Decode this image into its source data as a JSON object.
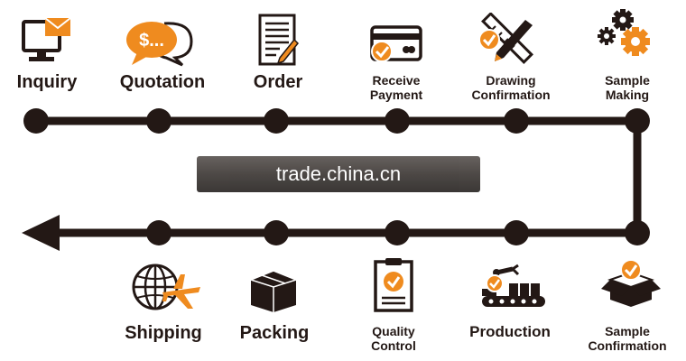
{
  "colors": {
    "ink": "#231815",
    "accent": "#ef8b1f",
    "white": "#ffffff"
  },
  "watermark": "trade.china.cn",
  "steps": [
    {
      "label": "Inquiry",
      "icon": "email-computer-icon"
    },
    {
      "label": "Quotation",
      "icon": "price-chat-bubbles-icon"
    },
    {
      "label": "Order",
      "icon": "order-document-icon"
    },
    {
      "label": "Receive\nPayment",
      "icon": "credit-card-check-icon"
    },
    {
      "label": "Drawing\nConfirmation",
      "icon": "pencil-ruler-icon"
    },
    {
      "label": "Sample\nMaking",
      "icon": "gears-icon"
    },
    {
      "label": "Sample\nConfirmation",
      "icon": "box-check-icon"
    },
    {
      "label": "Production",
      "icon": "robot-arm-conveyor-icon"
    },
    {
      "label": "Quality\nControl",
      "icon": "clipboard-check-icon"
    },
    {
      "label": "Packing",
      "icon": "package-box-icon"
    },
    {
      "label": "Shipping",
      "icon": "globe-airplane-icon"
    }
  ]
}
